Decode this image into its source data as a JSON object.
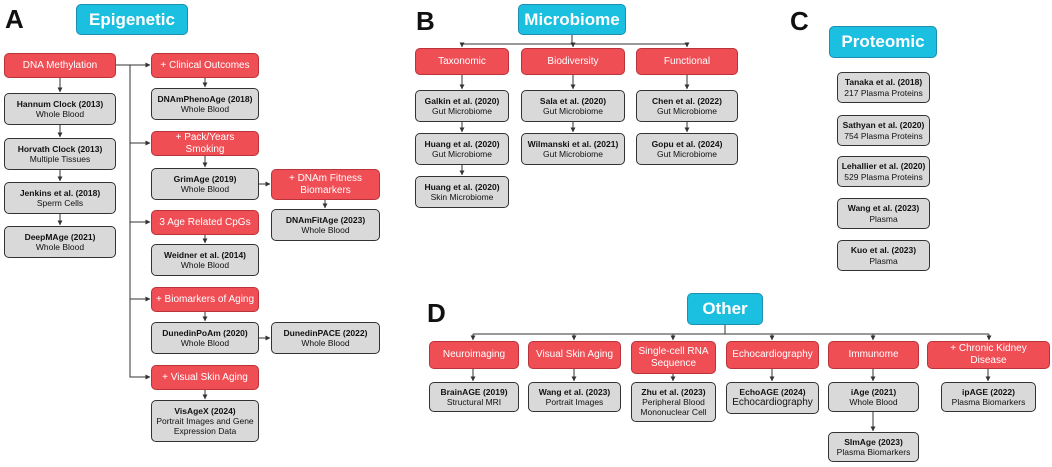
{
  "panels": {
    "A": {
      "letter": "A",
      "title": "Epigenetic",
      "cats": {
        "dna": "DNA Methylation",
        "clin": "+ Clinical Outcomes",
        "pack": "+ Pack/Years Smoking",
        "fit": [
          "+ DNAm Fitness",
          "Biomarkers"
        ],
        "cpg": "3 Age Related CpGs",
        "bio": "+ Biomarkers of Aging",
        "vis": "+ Visual Skin Aging"
      },
      "clocks": {
        "hannum": {
          "name": "Hannum Clock (2013)",
          "sub": [
            "Whole Blood"
          ]
        },
        "horvath": {
          "name": "Horvath Clock (2013)",
          "sub": [
            "Multiple Tissues"
          ]
        },
        "jenkins": {
          "name": "Jenkins et al. (2018)",
          "sub": [
            "Sperm Cells"
          ]
        },
        "deepm": {
          "name": "DeepMAge (2021)",
          "sub": [
            "Whole Blood"
          ]
        },
        "pheno": {
          "name": "DNAmPhenoAge (2018)",
          "sub": [
            "Whole Blood"
          ]
        },
        "grim": {
          "name": "GrimAge (2019)",
          "sub": [
            "Whole Blood"
          ]
        },
        "fitage": {
          "name": "DNAmFitAge (2023)",
          "sub": [
            "Whole Blood"
          ]
        },
        "weidner": {
          "name": "Weidner et al. (2014)",
          "sub": [
            "Whole Blood"
          ]
        },
        "poam": {
          "name": "DunedinPoAm (2020)",
          "sub": [
            "Whole Blood"
          ]
        },
        "pace": {
          "name": "DunedinPACE (2022)",
          "sub": [
            "Whole Blood"
          ]
        },
        "visage": {
          "name": "VisAgeX (2024)",
          "sub": [
            "Portrait Images and Gene",
            "Expression Data"
          ]
        }
      }
    },
    "B": {
      "letter": "B",
      "title": "Microbiome",
      "cats": {
        "tax": "Taxonomic",
        "biod": "Biodiversity",
        "func": "Functional"
      },
      "clocks": {
        "galkin": {
          "name": "Galkin et al. (2020)",
          "sub": [
            "Gut Microbiome"
          ]
        },
        "huang1": {
          "name": "Huang et al. (2020)",
          "sub": [
            "Gut Microbiome"
          ]
        },
        "huang2": {
          "name": "Huang et al. (2020)",
          "sub": [
            "Skin Microbiome"
          ]
        },
        "sala": {
          "name": "Sala et al. (2020)",
          "sub": [
            "Gut Microbiome"
          ]
        },
        "wilm": {
          "name": "Wilmanski et al. (2021)",
          "sub": [
            "Gut Microbiome"
          ]
        },
        "chen": {
          "name": "Chen et al. (2022)",
          "sub": [
            "Gut Microbiome"
          ]
        },
        "gopu": {
          "name": "Gopu et al. (2024)",
          "sub": [
            "Gut Microbiome"
          ]
        }
      }
    },
    "C": {
      "letter": "C",
      "title": "Proteomic",
      "clocks": {
        "tanaka": {
          "name": "Tanaka et al. (2018)",
          "sub": [
            "217 Plasma Proteins"
          ]
        },
        "sathyan": {
          "name": "Sathyan et al. (2020)",
          "sub": [
            "754 Plasma Proteins"
          ]
        },
        "lehallier": {
          "name": "Lehallier et al. (2020)",
          "sub": [
            "529 Plasma Proteins"
          ]
        },
        "wang": {
          "name": "Wang et al. (2023)",
          "sub": [
            "Plasma"
          ]
        },
        "kuo": {
          "name": "Kuo et al. (2023)",
          "sub": [
            "Plasma"
          ]
        }
      }
    },
    "D": {
      "letter": "D",
      "title": "Other",
      "cats": {
        "neuro": "Neuroimaging",
        "skin": "Visual Skin Aging",
        "rna": [
          "Single-cell RNA",
          "Sequence"
        ],
        "echo": "Echocardiography",
        "immu": "Immunome",
        "ckd": "+ Chronic Kidney Disease"
      },
      "clocks": {
        "brain": {
          "name": "BrainAGE (2019)",
          "sub": [
            "Structural MRI"
          ]
        },
        "wang": {
          "name": "Wang et al. (2023)",
          "sub": [
            "Portrait Images"
          ]
        },
        "zhu": {
          "name": "Zhu et al. (2023)",
          "sub": [
            "Peripheral Blood",
            "Mononuclear Cell"
          ]
        },
        "echoage": {
          "name": "EchoAGE (2024)",
          "sub": [
            "Echocardiography"
          ]
        },
        "iage": {
          "name": "iAge (2021)",
          "sub": [
            "Whole Blood"
          ]
        },
        "simage": {
          "name": "SImAge (2023)",
          "sub": [
            "Plasma Biomarkers"
          ]
        },
        "ipage": {
          "name": "ipAGE (2022)",
          "sub": [
            "Plasma Biomarkers"
          ]
        }
      }
    }
  }
}
